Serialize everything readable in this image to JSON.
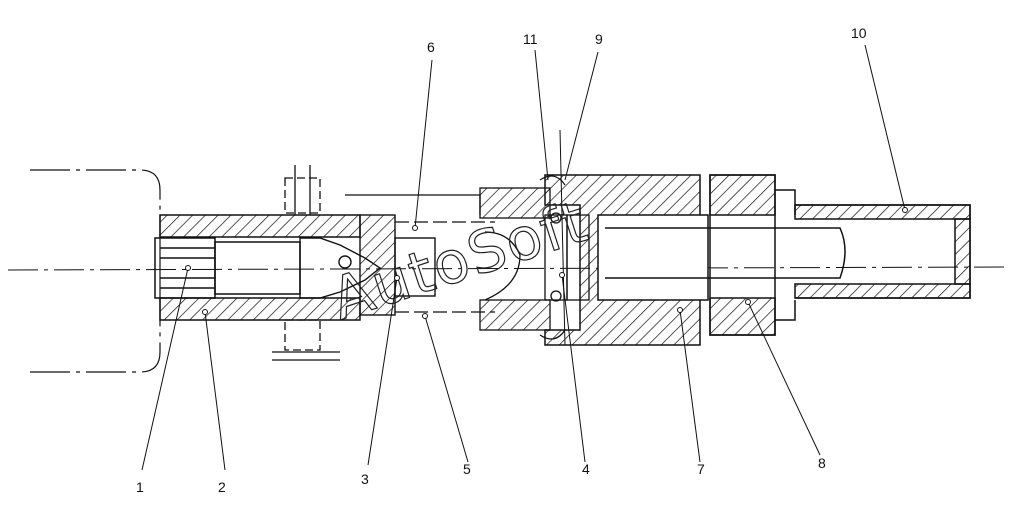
{
  "diagram": {
    "callouts": [
      {
        "id": "c1",
        "label": "1"
      },
      {
        "id": "c2",
        "label": "2"
      },
      {
        "id": "c3",
        "label": "3"
      },
      {
        "id": "c4",
        "label": "4"
      },
      {
        "id": "c5",
        "label": "5"
      },
      {
        "id": "c6",
        "label": "6"
      },
      {
        "id": "c7",
        "label": "7"
      },
      {
        "id": "c8",
        "label": "8"
      },
      {
        "id": "c9",
        "label": "9"
      },
      {
        "id": "c10",
        "label": "10"
      },
      {
        "id": "c11",
        "label": "11"
      }
    ],
    "watermark": "AutoSoft",
    "line_color": "#111111"
  }
}
